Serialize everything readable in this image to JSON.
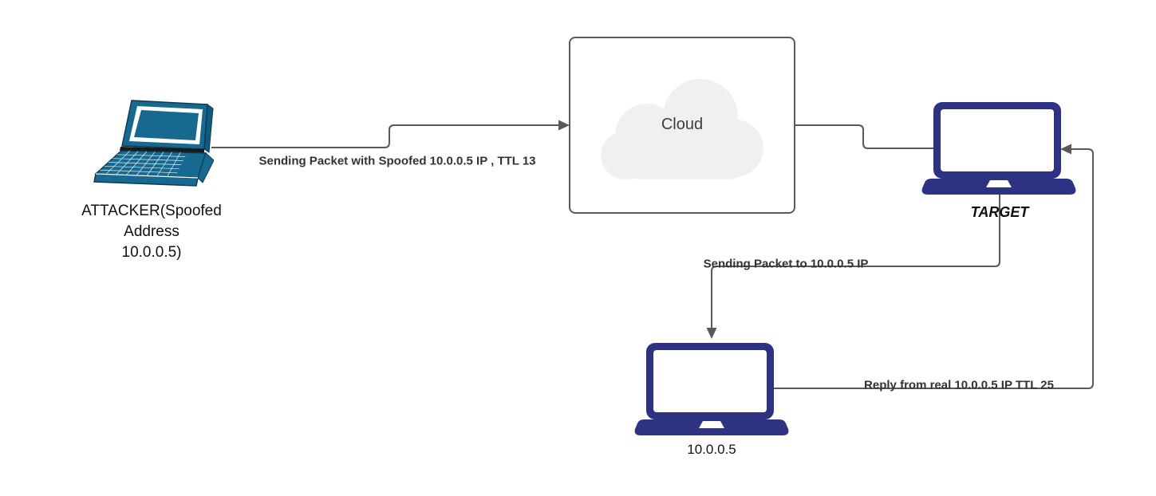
{
  "diagram": {
    "type": "network-attack-diagram",
    "background": "#ffffff",
    "connector_color": "#595959",
    "edge_label_color": "#333333",
    "nodes": {
      "attacker": {
        "icon": "laptop-3d-icon",
        "color": "#17698f",
        "label_lines": [
          "ATTACKER(Spoofed",
          "Address",
          "10.0.0.5)"
        ]
      },
      "cloud": {
        "icon": "cloud-icon",
        "label": "Cloud",
        "fill": "#f0f0f0",
        "border_color": "#5a5a5a"
      },
      "target": {
        "icon": "laptop-icon",
        "color": "#2d3282",
        "label": "TARGET"
      },
      "real_host": {
        "icon": "laptop-icon",
        "color": "#2d3282",
        "label": "10.0.0.5"
      }
    },
    "edges": [
      {
        "id": "attacker-to-cloud",
        "direction": "attacker to cloud",
        "label": "Sending Packet with Spoofed 10.0.0.5 IP , TTL 13"
      },
      {
        "id": "target-to-real-host",
        "direction": "target to real host",
        "label": "Sending Packet to 10.0.0.5 IP"
      },
      {
        "id": "real-host-to-target",
        "direction": "real host to target",
        "label": "Reply from real 10.0.0.5 IP TTL 25"
      }
    ]
  }
}
